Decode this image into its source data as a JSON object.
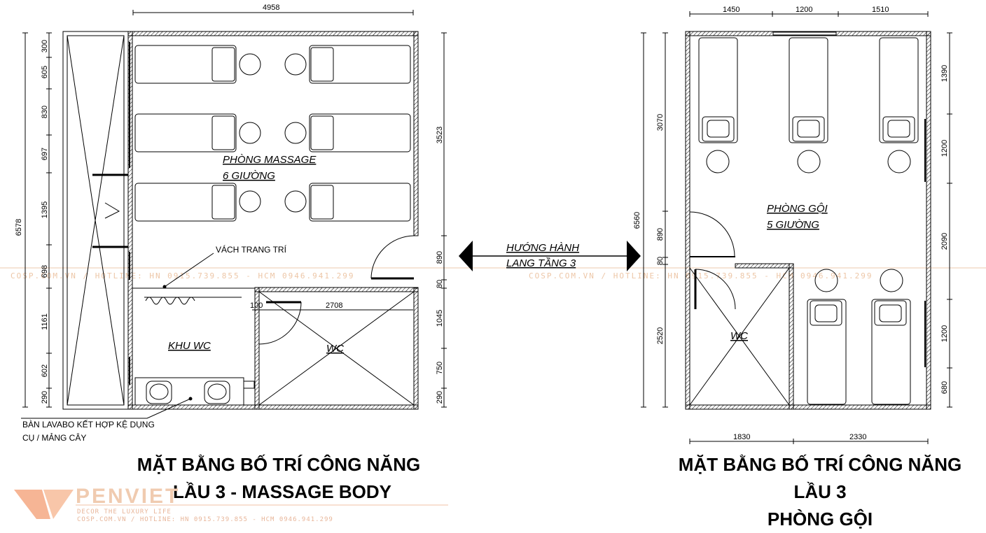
{
  "left_plan": {
    "top_dimension": "4958",
    "left_dimensions": [
      "300",
      "605",
      "830",
      "697",
      "1395",
      "698",
      "1161",
      "602",
      "290"
    ],
    "overall_left": "6578",
    "right_dimensions": [
      "3523",
      "890",
      "80",
      "1045",
      "750",
      "290"
    ],
    "inner_dimensions": [
      "100",
      "2708"
    ],
    "room_label_line1": "PHÒNG MASSAGE",
    "room_label_line2": "6 GIƯỜNG",
    "partition_note": "VÁCH TRANG TRÍ",
    "wc_area_label": "KHU WC",
    "wc_label": "WC",
    "lavabo_note_line1": "BÀN LAVABO KẾT HỢP KỆ DỤNG",
    "lavabo_note_line2": "CỤ / MẢNG CÂY",
    "title_line1": "MẶT BẰNG BỐ TRÍ CÔNG NĂNG",
    "title_line2": "LẦU 3 - MASSAGE BODY"
  },
  "corridor": {
    "line1": "HƯỚNG HÀNH",
    "line2": "LANG TẦNG 3"
  },
  "right_plan": {
    "top_dimensions": [
      "1450",
      "1200",
      "1510"
    ],
    "left_dimensions": [
      "3070",
      "890",
      "80",
      "2520"
    ],
    "overall_left": "6560",
    "right_dimensions": [
      "1390",
      "1200",
      "2090",
      "1200",
      "680"
    ],
    "bottom_dimensions": [
      "1830",
      "2330"
    ],
    "room_label_line1": "PHÒNG GỘI",
    "room_label_line2": "5 GIƯỜNG",
    "wc_label": "WC",
    "title_line1": "MẶT BẰNG BỐ TRÍ CÔNG NĂNG",
    "title_line2": "LẦU 3",
    "title_line3": "PHÒNG GỘI"
  },
  "watermark": {
    "text": "COSP.COM.VN / HOTLINE: HN 0915.739.855 - HCM 0946.941.299"
  },
  "logo": {
    "brand": "PENVIET",
    "tagline": "DECOR THE LUXURY LIFE",
    "contact": "COSP.COM.VN / HOTLINE: HN 0915.739.855 - HCM 0946.941.299"
  },
  "colors": {
    "line": "#000000",
    "watermark": "#e7b48a",
    "logo": "#f0cbb0",
    "logo_mark": "#f4a27a"
  }
}
